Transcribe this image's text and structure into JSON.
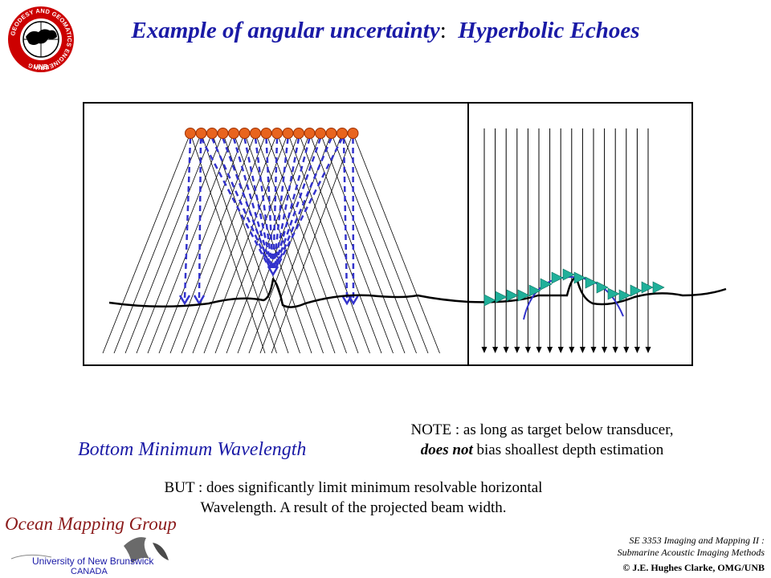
{
  "title": {
    "part1": "Example of angular uncertainty",
    "colon": ":",
    "part2": "Hyperbolic Echoes"
  },
  "logo": {
    "ring_text": "GEODESY AND GEOMATICS ENGINEERING",
    "bottom_text": "UNB",
    "ring_color": "#cc0000"
  },
  "subtitle": "Bottom Minimum Wavelength",
  "note": {
    "line1": "NOTE : as long as target below transducer,",
    "emph": "does not",
    "line2_rest": " bias shoallest depth estimation"
  },
  "but": {
    "line1": "BUT : does significantly limit minimum resolvable horizontal",
    "line2": "Wavelength. A result of the projected beam width."
  },
  "footer": {
    "group_name": "Ocean Mapping Group",
    "university": "University of New Brunswick",
    "country": "CANADA",
    "course_line1": "SE 3353 Imaging and Mapping II :",
    "course_line2": "Submarine Acoustic Imaging Methods",
    "copyright": "© J.E. Hughes Clarke, OMG/UNB"
  },
  "colors": {
    "title_blue": "#1a1aa6",
    "transducer_orange": "#e8641e",
    "ray_blue": "#3333cc",
    "echo_teal": "#20b09a",
    "omg_red": "#8b1a1a"
  }
}
